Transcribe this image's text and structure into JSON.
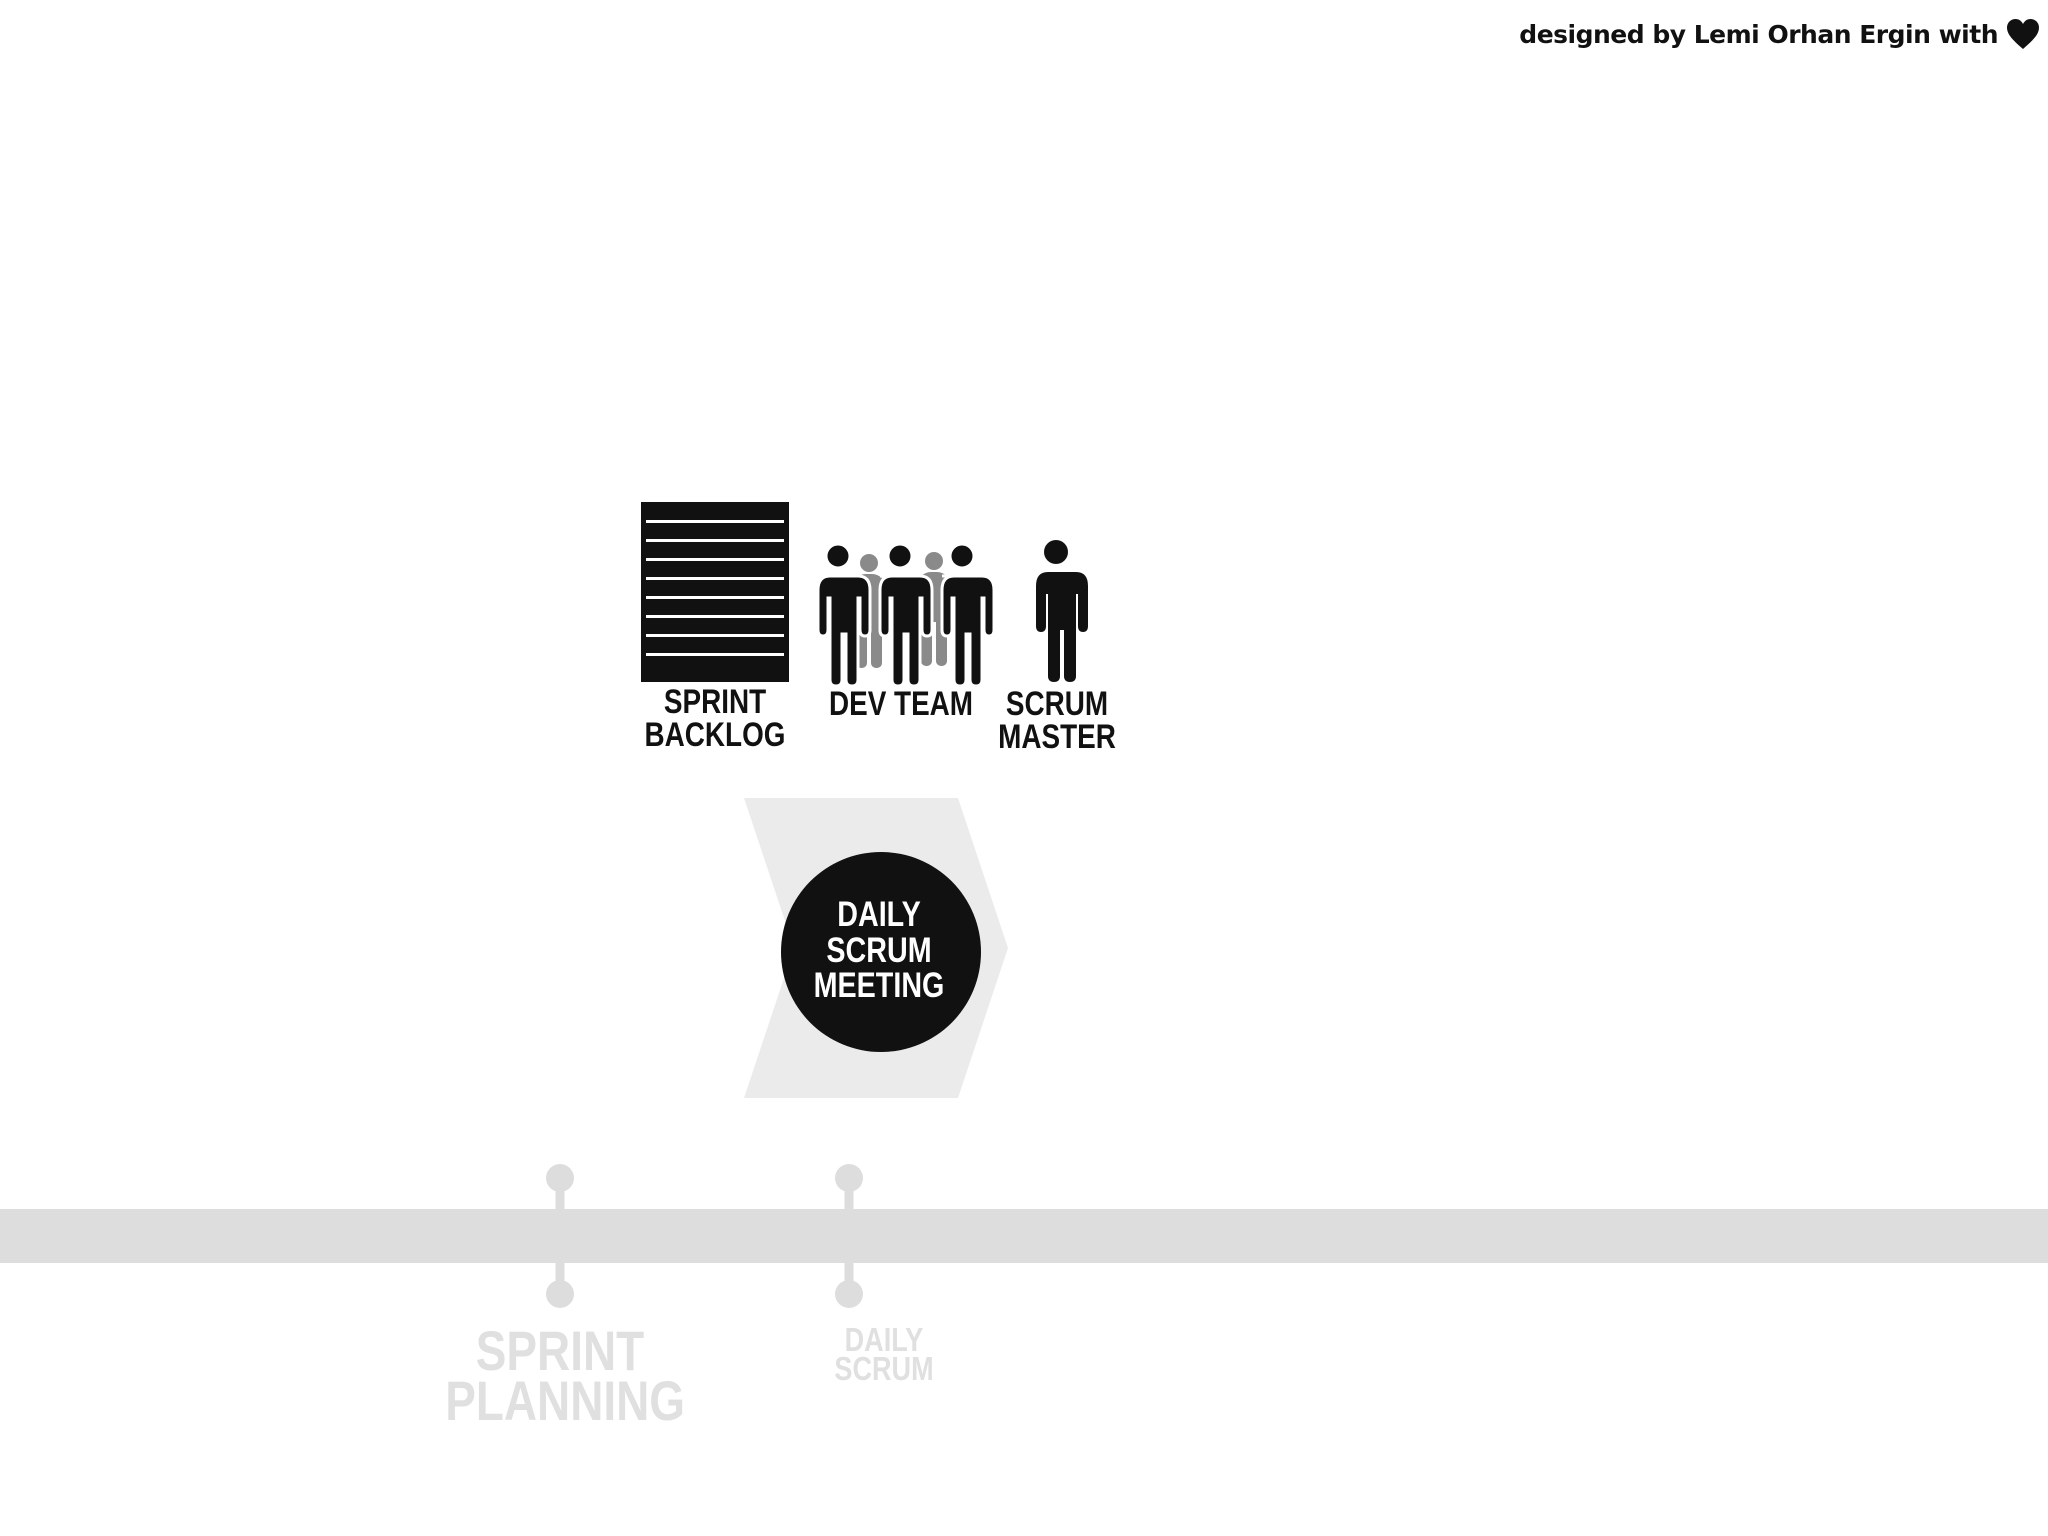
{
  "credit": {
    "text": "designed by Lemi Orhan Ergin with",
    "icon": "heart-icon"
  },
  "roles": {
    "sprint_backlog": "SPRINT\nBACKLOG",
    "dev_team": "DEV TEAM",
    "scrum_master": "SCRUM\nMASTER"
  },
  "event": {
    "title": "DAILY\nSCRUM\nMEETING"
  },
  "timeline": {
    "milestones": [
      "SPRINT\nPLANNING",
      "DAILY\nSCRUM"
    ]
  },
  "colors": {
    "foreground": "#111111",
    "muted_figure": "#8a8a8a",
    "timeline": "#dddddd",
    "chevron": "#ebebeb",
    "background": "#ffffff"
  }
}
